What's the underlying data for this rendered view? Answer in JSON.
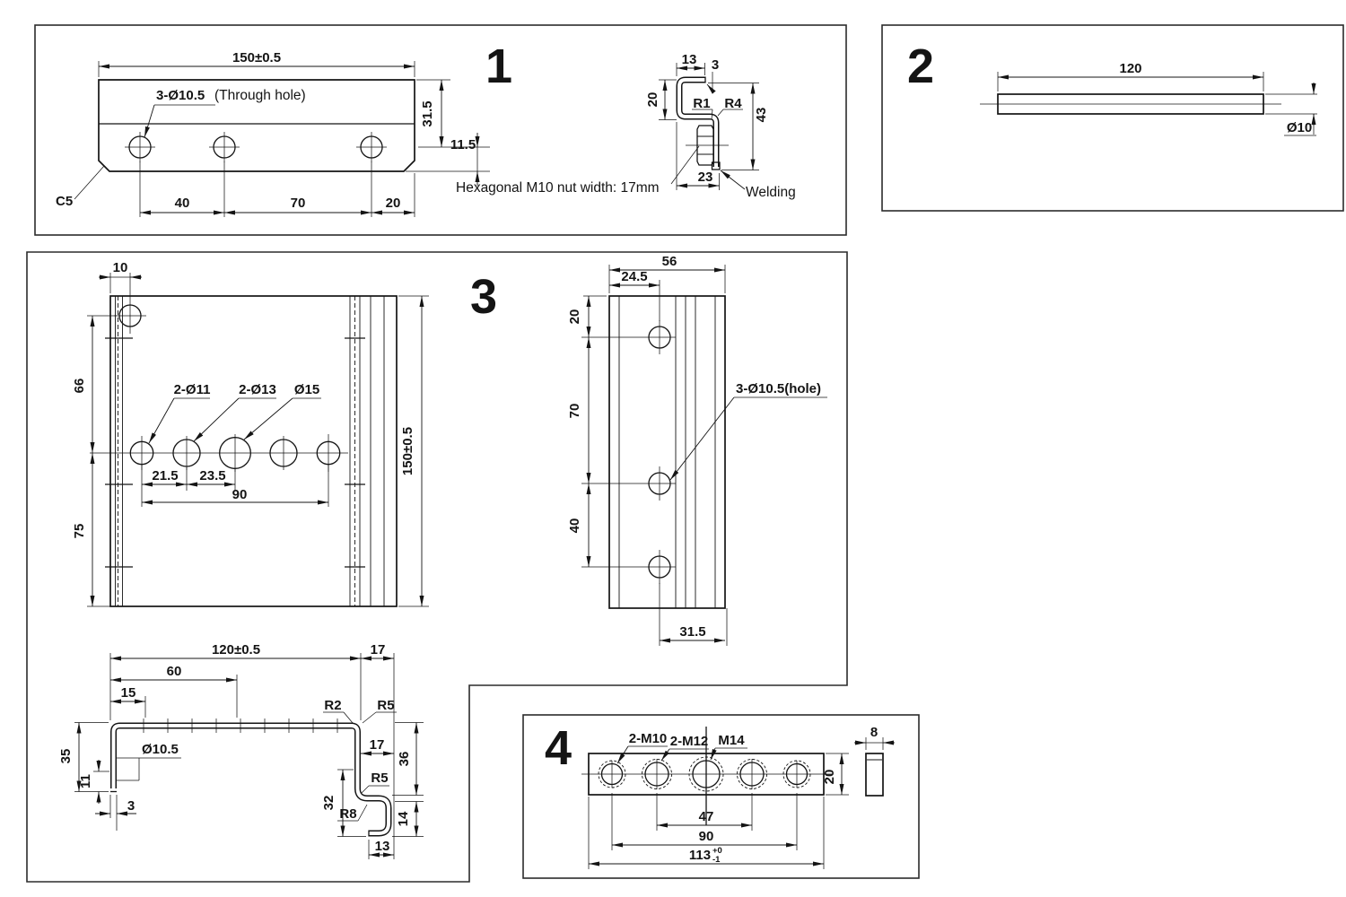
{
  "p1": {
    "num": "1",
    "front": {
      "w": "150±0.5",
      "holes_a": "3-Ø10.5",
      "holes_b": "(Through hole)",
      "h": "31.5",
      "edge": "11.5",
      "cham": "C5",
      "s40": "40",
      "s70": "70",
      "s20": "20"
    },
    "side": {
      "t13": "13",
      "t3": "3",
      "t20": "20",
      "r1": "R1",
      "r4": "R4",
      "t43": "43",
      "t23": "23",
      "nut": "Hexagonal M10 nut width: 17mm",
      "weld": "Welding"
    }
  },
  "p2": {
    "num": "2",
    "len": "120",
    "dia": "Ø10"
  },
  "p3": {
    "num": "3",
    "front": {
      "s10": "10",
      "s66": "66",
      "s75": "75",
      "l11": "2-Ø11",
      "l13": "2-Ø13",
      "l15": "Ø15",
      "s215": "21.5",
      "s235": "23.5",
      "s90": "90",
      "h": "150±0.5"
    },
    "side": {
      "w": "56",
      "s245": "24.5",
      "s20": "20",
      "s70": "70",
      "s40": "40",
      "s315": "31.5",
      "holes": "3-Ø10.5(hole)"
    },
    "prof": {
      "w": "120±0.5",
      "s60": "60",
      "s15": "15",
      "s17a": "17",
      "s35": "35",
      "s11": "11",
      "s3": "3",
      "hole": "Ø10.5",
      "r2": "R2",
      "r5a": "R5",
      "s17b": "17",
      "s36": "36",
      "r5b": "R5",
      "r8": "R8",
      "s32": "32",
      "s14": "14",
      "s13": "13"
    }
  },
  "p4": {
    "num": "4",
    "m10": "2-M10",
    "m12": "2-M12",
    "m14": "M14",
    "s20": "20",
    "s47": "47",
    "s90": "90",
    "s113": "113",
    "tu": "+0",
    "td": "-1",
    "s8": "8"
  }
}
